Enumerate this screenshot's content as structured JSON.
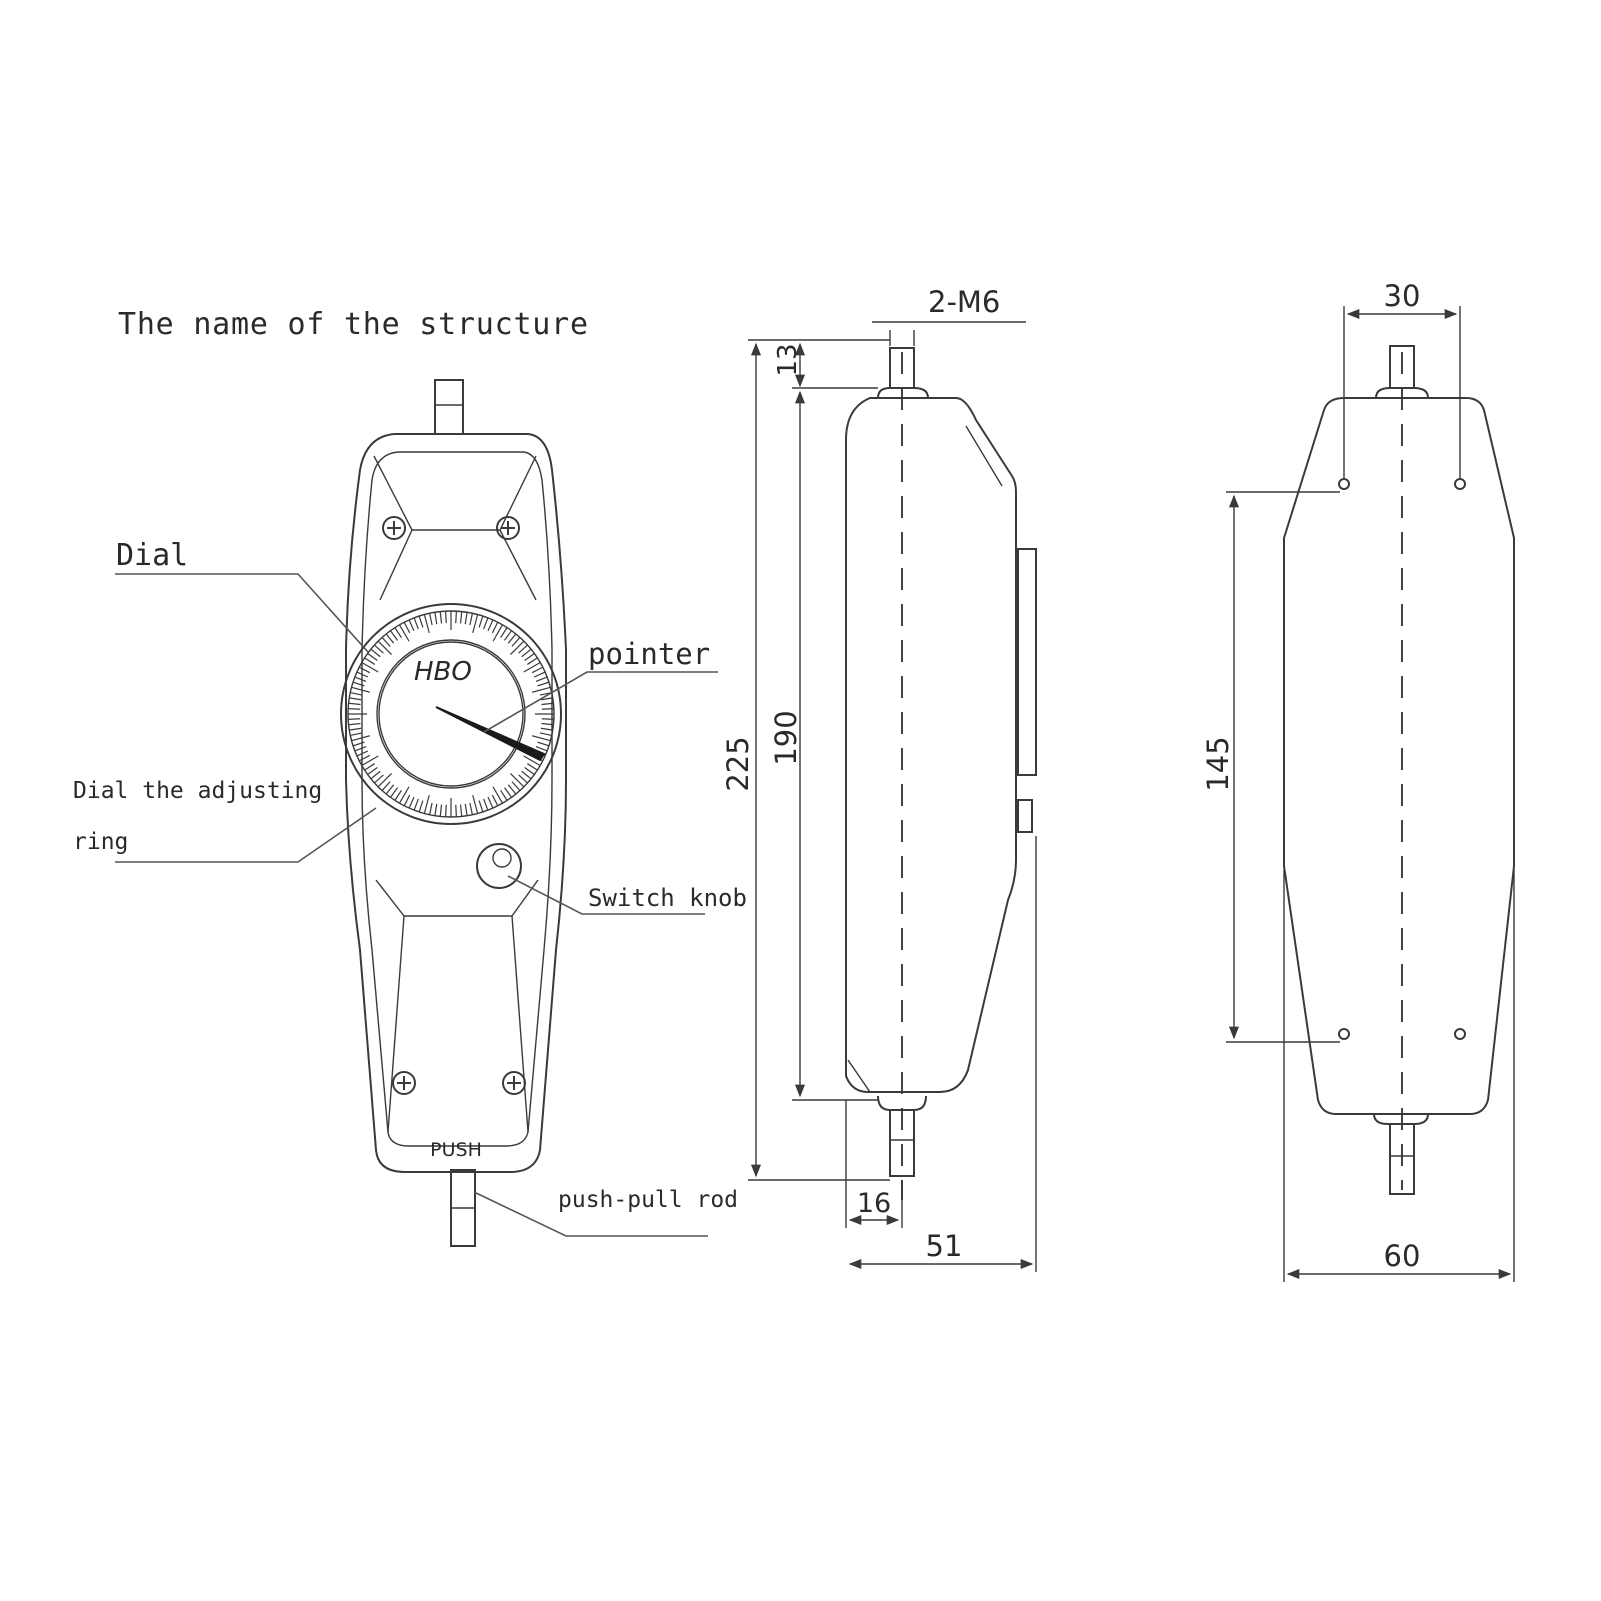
{
  "title": "The name of the structure",
  "labels": {
    "dial": "Dial",
    "pointer": "pointer",
    "adjusting_ring_line1": "Dial the adjusting",
    "adjusting_ring_line2": "ring",
    "switch_knob": "Switch knob",
    "push_pull_rod": "push-pull rod",
    "push": "PUSH",
    "brand": "HBO"
  },
  "side_view": {
    "thread": "2-M6",
    "dim_top": "13",
    "dim_total": "225",
    "dim_body": "190",
    "dim_rod_offset": "16",
    "dim_depth": "51"
  },
  "back_view": {
    "dim_hole_spacing": "30",
    "dim_hole_vertical": "145",
    "dim_width": "60"
  },
  "colors": {
    "line": "#3a3a3a",
    "text": "#2a2a2a",
    "background": "#ffffff"
  }
}
